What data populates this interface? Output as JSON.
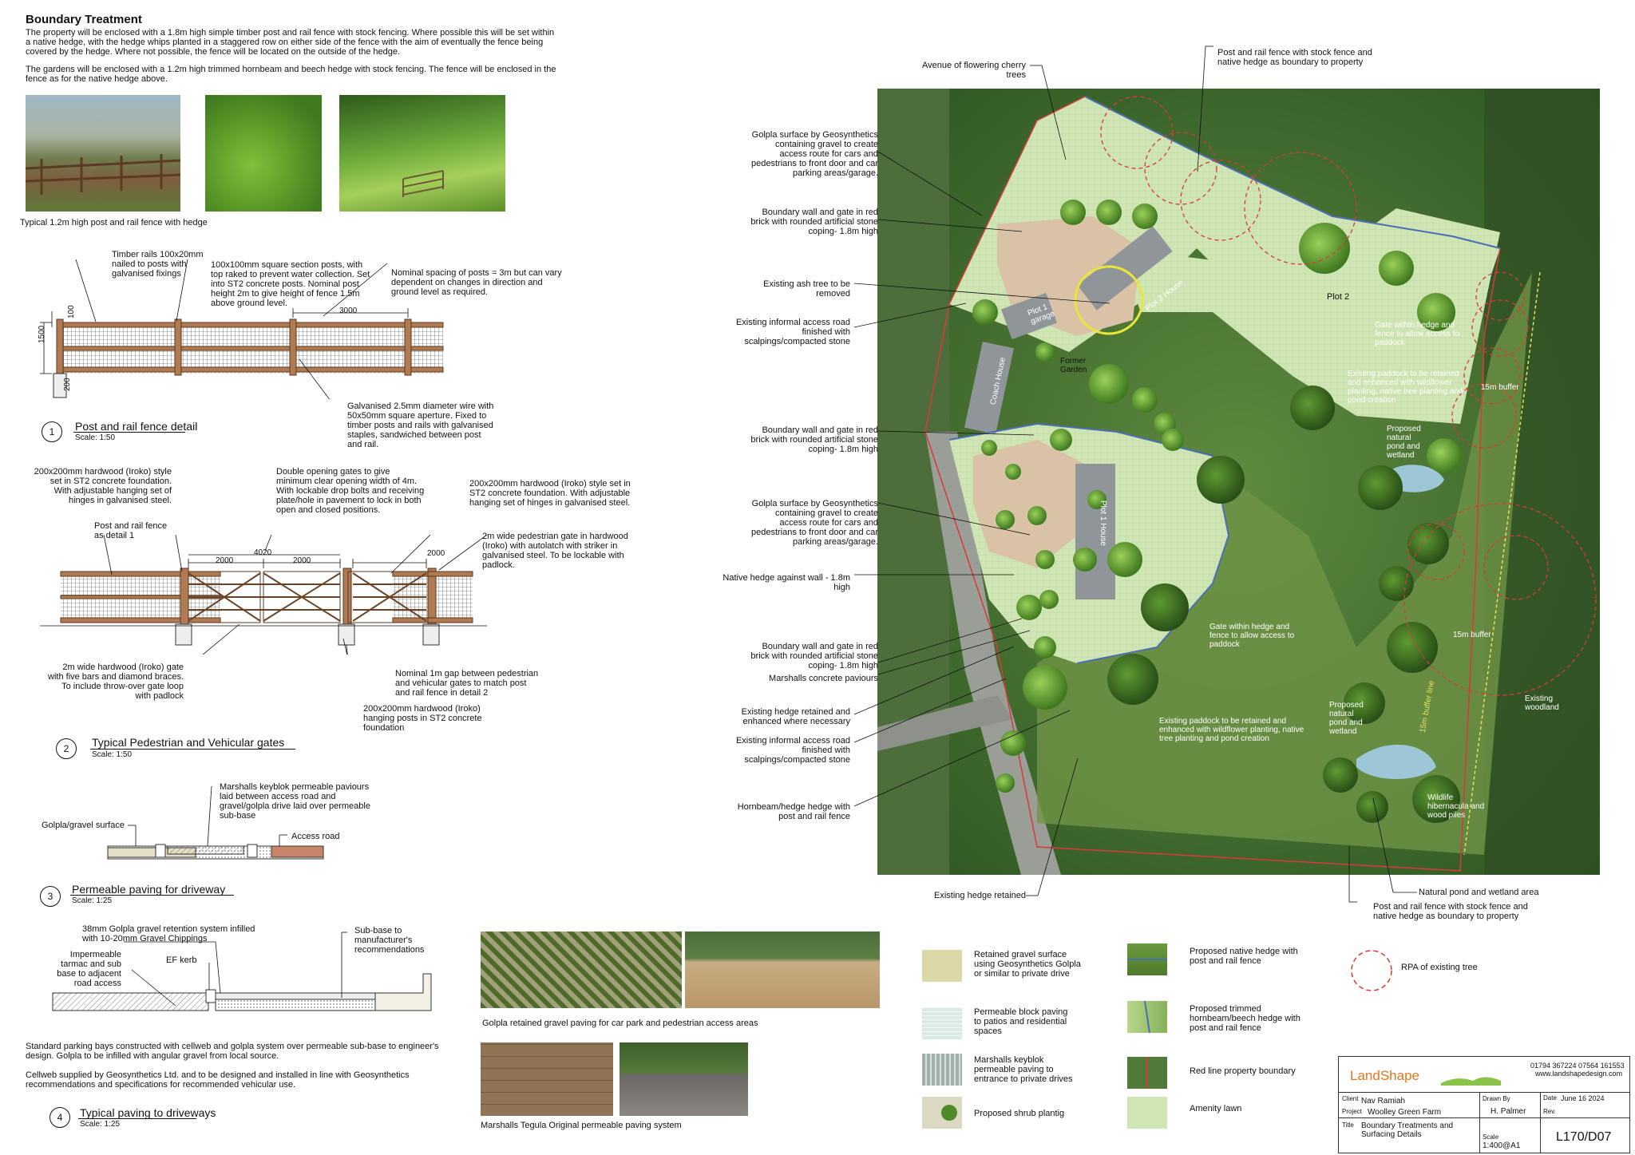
{
  "boundary": {
    "heading": "Boundary Treatment",
    "para1": "The property  will be enclosed with a 1.8m high simple timber post and rail fence with stock fencing. Where possible this will be set within a native hedge, with the hedge whips planted in a staggered row on either side of the fence with the aim of eventually the fence being covered by the hedge. Where not possible, the fence will be located on the outside of the hedge.",
    "para2": "The gardens will be enclosed with a 1.2m high trimmed hornbeam and beech hedge with stock fencing. The fence will be enclosed in the fence as for the native hedge above.",
    "photo_caption": "Typical 1.2m high post and rail fence with hedge"
  },
  "detail1": {
    "num": "1",
    "title": "Post and rail fence detail",
    "scale": "Scale: 1:50",
    "label_rails": "Timber rails 100x20mm nailed to posts with galvanised fixings",
    "label_posts": "100x100mm square section posts, with top raked to prevent water collection.  Set into ST2 concrete posts.  Nominal post height 2m to give height of fence 1.5m above ground level.",
    "label_spacing": "Nominal spacing of posts = 3m but can vary dependent on changes in direction and ground level as required.",
    "label_wire": "Galvanised 2.5mm diameter wire with 50x50mm square aperture.  Fixed to timber posts and rails with galvanised staples, sandwiched between post and rail.",
    "dim_3000": "3000",
    "dim_100": "100",
    "dim_1500": "1500",
    "dim_200": "200"
  },
  "detail2": {
    "num": "2",
    "title": "Typical Pedestrian and Vehicular gates",
    "scale": "Scale: 1:50",
    "label_style": "200x200mm hardwood (Iroko) style set in ST2 concrete foundation.  With adjustable hanging set of hinges in galvanised steel.",
    "label_double": "Double opening gates to give minimum clear opening width of 4m.  With lockable drop bolts and receiving plate/hole in pavement to lock in both open and closed positions.",
    "label_style2": "200x200mm hardwood (Iroko) style set in ST2 concrete foundation.  With adjustable hanging set of hinges in galvanised steel.",
    "label_postrail": "Post and rail fence as detail 1",
    "label_pedgate": "2m wide pedestrian gate in hardwood (Iroko) with autolatch with striker in galvanised steel.  To be lockable with padlock.",
    "label_2mgate": "2m wide hardwood (Iroko) gate with five bars and diamond braces.  To include throw-over gate loop with padlock",
    "label_gap": "Nominal 1m gap between pedestrian and vehicular gates to match post and rail fence in detail 2",
    "label_hanging": "200x200mm hardwood (Iroko) hanging posts in ST2 concrete foundation",
    "dim_4020": "4020",
    "dim_2000a": "2000",
    "dim_2000b": "2000",
    "dim_2000c": "2000"
  },
  "detail3": {
    "num": "3",
    "title": "Permeable paving for driveway",
    "scale": "Scale: 1:25",
    "label_keyblok": "Marshalls keyblok permeable paviours laid between access road and gravel/golpla drive laid over permeable sub-base",
    "label_golpla": "Golpla/gravel surface",
    "label_access": "Access road"
  },
  "detail4": {
    "num": "4",
    "title": "Typical paving to driveways",
    "scale": "Scale: 1:25",
    "label_38mm": "38mm Golpla gravel retention system infilled with 10-20mm Gravel Chippings",
    "label_subbase": "Sub-base to manufacturer's recommendations",
    "label_imperm": "Impermeable tarmac and sub base to adjacent road access",
    "label_efkerb": "EF kerb",
    "para1": "Standard parking bays constructed with cellweb and golpla system over permeable sub-base to engineer's design.  Golpla to be infilled with angular gravel from local source.",
    "para2": "Cellweb supplied by Geosynthetics Ltd. and to be designed and installed in line with Geosynthetics recommendations and specifications for recommended vehicular use."
  },
  "photos": {
    "golpla_caption": "Golpla retained gravel paving for car park and pedestrian access areas",
    "tegula_caption": "Marshalls Tegula Original permeable paving system"
  },
  "plan": {
    "plot1_garage": "Plot 1 garage",
    "plot2_house": "Plot 2 House",
    "coach_house": "Coach House",
    "plot1_house": "Plot 1 House",
    "plot2": "Plot 2",
    "former_garden": "Former Garden",
    "buffer1": "15m buffer",
    "buffer2": "15m buffer",
    "buffer_line": "15m buffer line",
    "gate1": "Gate within hedge and fence to allow access to paddock",
    "gate2": "Gate within hedge and fence to allow access to paddock",
    "paddock1": "Existing paddock to be retained and enhanced with wildflower planting, native tree planting and pond creation",
    "paddock2": "Existing paddock to be retained  and enhanced with wildflower planting, native tree planting and pond creation",
    "pond1": "Proposed natural pond and wetland",
    "pond2": "Proposed natural pond and wetland",
    "woodland": "Existing woodland",
    "hibernacula": "Wildlife hibernacula and wood piles"
  },
  "callouts": {
    "cherry": "Avenue of flowering cherry trees",
    "post_top": "Post and rail fence with stock fence  and native hedge as boundary to property",
    "golpla1": "Golpla surface by Geosynthetics containing gravel to create access route for cars and pedestrians to front door and car parking areas/garage.",
    "wall1": "Boundary wall and gate in red brick with rounded artificial stone coping- 1.8m high",
    "ash": "Existing ash tree to be removed",
    "informal1": "Existing informal access road finished with scalpings/compacted stone",
    "wall2": "Boundary wall and gate in red brick with rounded artificial stone coping- 1.8m high",
    "golpla2": "Golpla surface by Geosynthetics containing gravel to create access route for cars and pedestrians to front door and car parking areas/garage.",
    "native_wall": "Native hedge against wall - 1.8m high",
    "wall3": "Boundary wall and gate in red brick with rounded artificial stone coping- 1.8m high",
    "marshalls": "Marshalls concrete paviours",
    "hedge_ret": "Existing hedge retained and enhanced where necessary",
    "informal2": "Existing informal access road finished with scalpings/compacted stone",
    "hornbeam": "Hornbeam/hedge hedge with post and rail fence",
    "hedge_bottom": "Existing hedge retained",
    "pond_area": "Natural pond and wetland area",
    "post_bottom": "Post and rail fence with stock fence  and native hedge as boundary to property"
  },
  "legend": [
    {
      "label": "Retained gravel surface using Geosynthetics Golpla or similar to private drive"
    },
    {
      "label": "Permeable block paving to patios and residential spaces"
    },
    {
      "label": "Marshalls keyblok permeable paving to entrance to private drives"
    },
    {
      "label": "Proposed shrub plantig"
    },
    {
      "label": "Proposed native hedge with post and rail fence"
    },
    {
      "label": "Proposed trimmed hornbeam/beech hedge with post and rail fence"
    },
    {
      "label": "Red line property boundary"
    },
    {
      "label": "Amenity lawn"
    },
    {
      "label": "RPA of existing tree"
    }
  ],
  "titleblock": {
    "logo": "LandShape",
    "phone": "01794 367224  07564 161553",
    "web": "www.landshapedesign.com",
    "client_lbl": "Client",
    "client": "Nav Ramiah",
    "project_lbl": "Project",
    "project": "Woolley Green Farm",
    "title_lbl": "Title",
    "title": "Boundary Treatments and Surfacing Details",
    "drawn_lbl": "Drawn By",
    "drawn": "H. Palmer",
    "date_lbl": "Date",
    "date": "June 16 2024",
    "rev_lbl": "Rev.",
    "scale_lbl": "Scale",
    "scale": "1:400@A1",
    "drawing_no": "L170/D07"
  },
  "colors": {
    "boundary_red": "#d83a3a",
    "lawn": "#cfe5b4",
    "gravel": "#d9c2a6",
    "building": "#8f9598",
    "aerial_dark": "#4f7a3a",
    "timber": "#8b5a3c"
  }
}
